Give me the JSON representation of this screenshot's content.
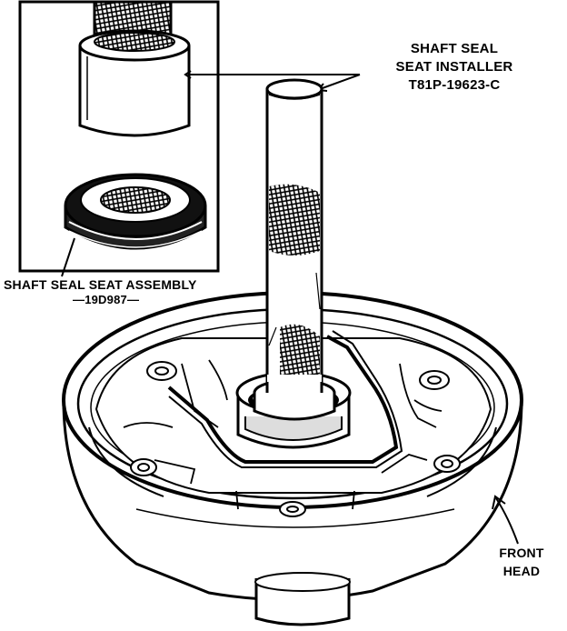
{
  "labels": {
    "installer_line1": "SHAFT SEAL",
    "installer_line2": "SEAT INSTALLER",
    "installer_line3": "T81P-19623-C",
    "seat_name": "SHAFT SEAL SEAT ASSEMBLY",
    "seat_number": "—19D987—",
    "front_line1": "FRONT",
    "front_line2": "HEAD"
  }
}
